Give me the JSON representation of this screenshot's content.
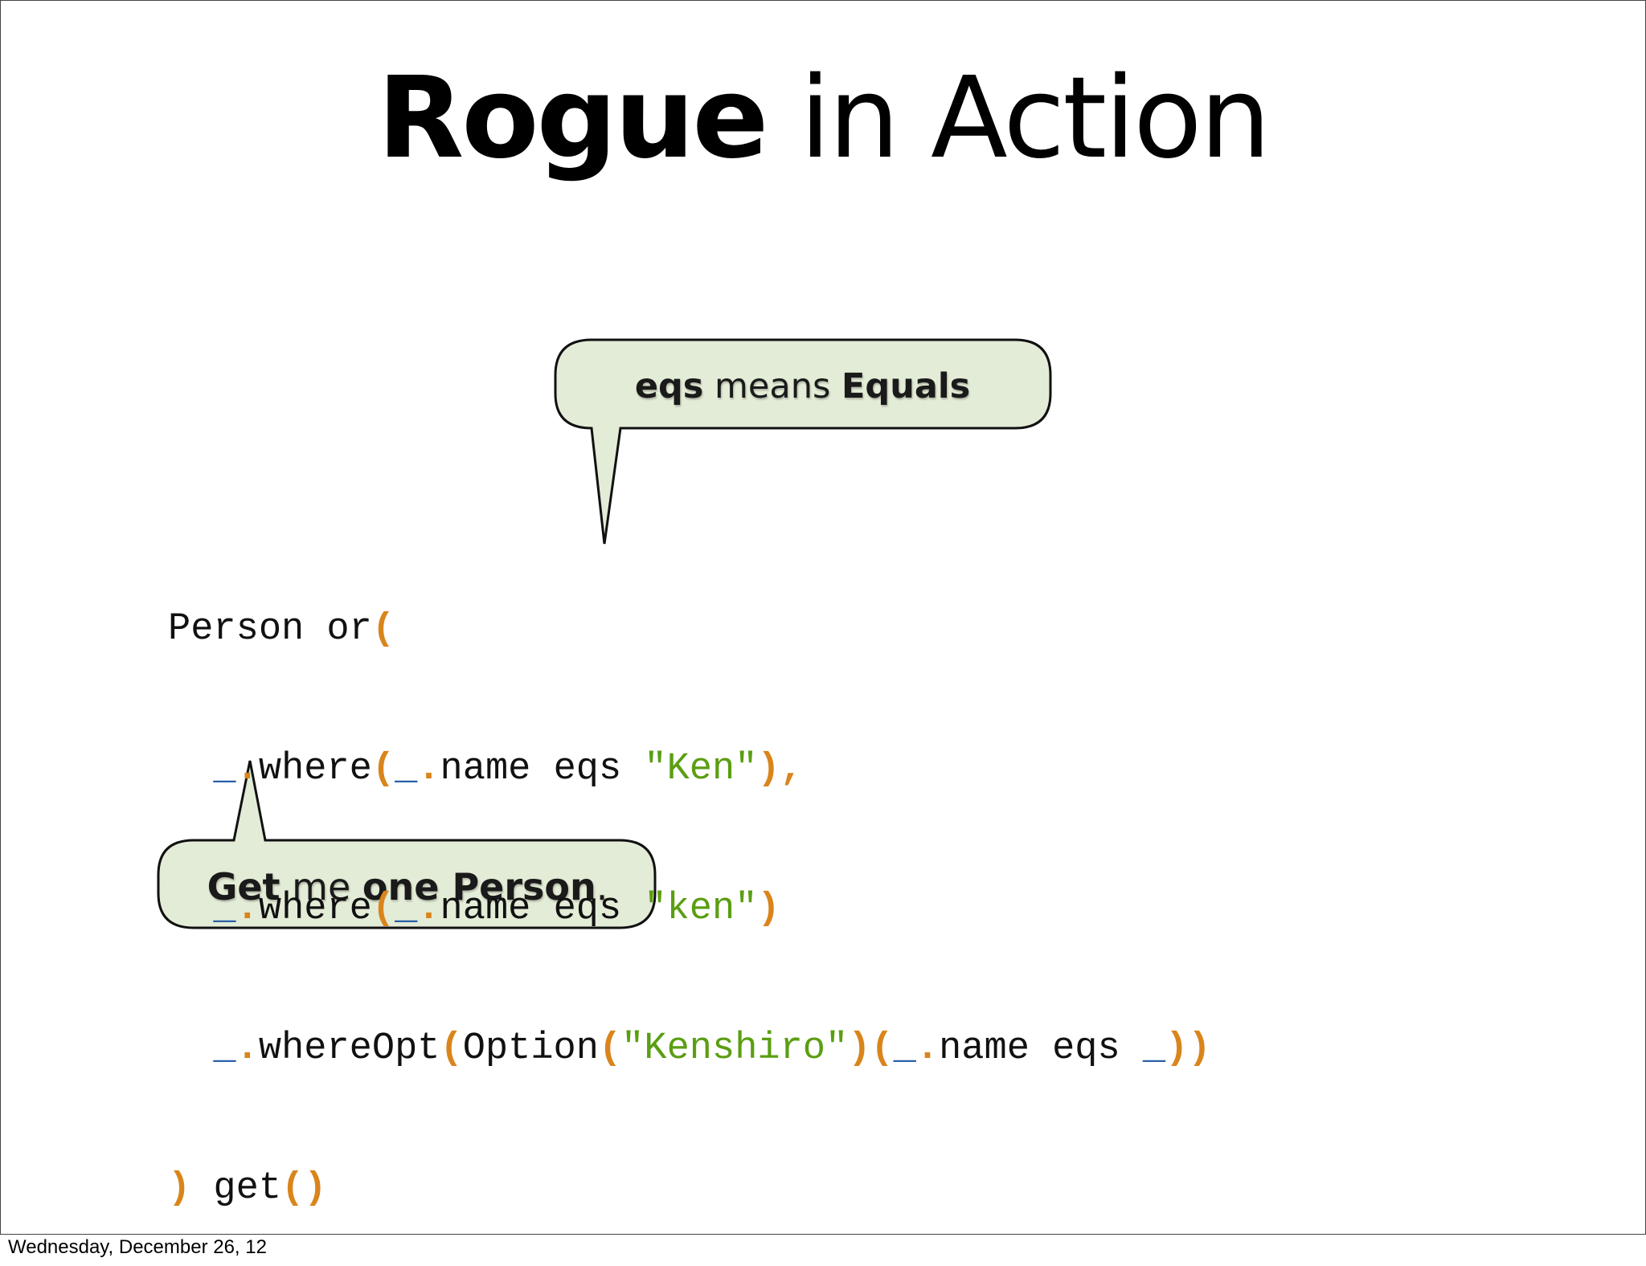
{
  "title": {
    "bold": "Rogue",
    "rest": " in Action"
  },
  "callouts": {
    "top": {
      "part1": "eqs",
      "part2": " means ",
      "part3": "Equals"
    },
    "bottom": {
      "part1": "Get",
      "part2": " me ",
      "part3": "one Person",
      "part4": "."
    }
  },
  "code": {
    "line1": {
      "a": "Person or",
      "b": "("
    },
    "line2": {
      "indent": "  ",
      "u1": "_",
      "d1": ".",
      "t1": "where",
      "p1": "(",
      "u2": "_",
      "d2": ".",
      "t2": "name eqs ",
      "s1": "\"Ken\"",
      "p2": "),"
    },
    "line3": {
      "indent": "  ",
      "u1": "_",
      "d1": ".",
      "t1": "where",
      "p1": "(",
      "u2": "_",
      "d2": ".",
      "t2": "name eqs ",
      "s1": "\"ken\"",
      "p2": ")"
    },
    "line4": {
      "indent": "  ",
      "u1": "_",
      "d1": ".",
      "t1": "whereOpt",
      "p1": "(",
      "t2": "Option",
      "p2": "(",
      "s1": "\"Kenshiro\"",
      "p3": ")(",
      "u2": "_",
      "d2": ".",
      "t3": "name eqs ",
      "u3": "_",
      "p4": "))"
    },
    "line5": {
      "p1": ")",
      "t1": " get",
      "p2": "()"
    }
  },
  "footer": "Wednesday, December 26, 12",
  "colors": {
    "punctuation": "#d9851c",
    "underscore": "#2a5fa8",
    "string": "#5a9e12",
    "callout_fill": "#e3ecd6",
    "callout_stroke": "#111111"
  }
}
